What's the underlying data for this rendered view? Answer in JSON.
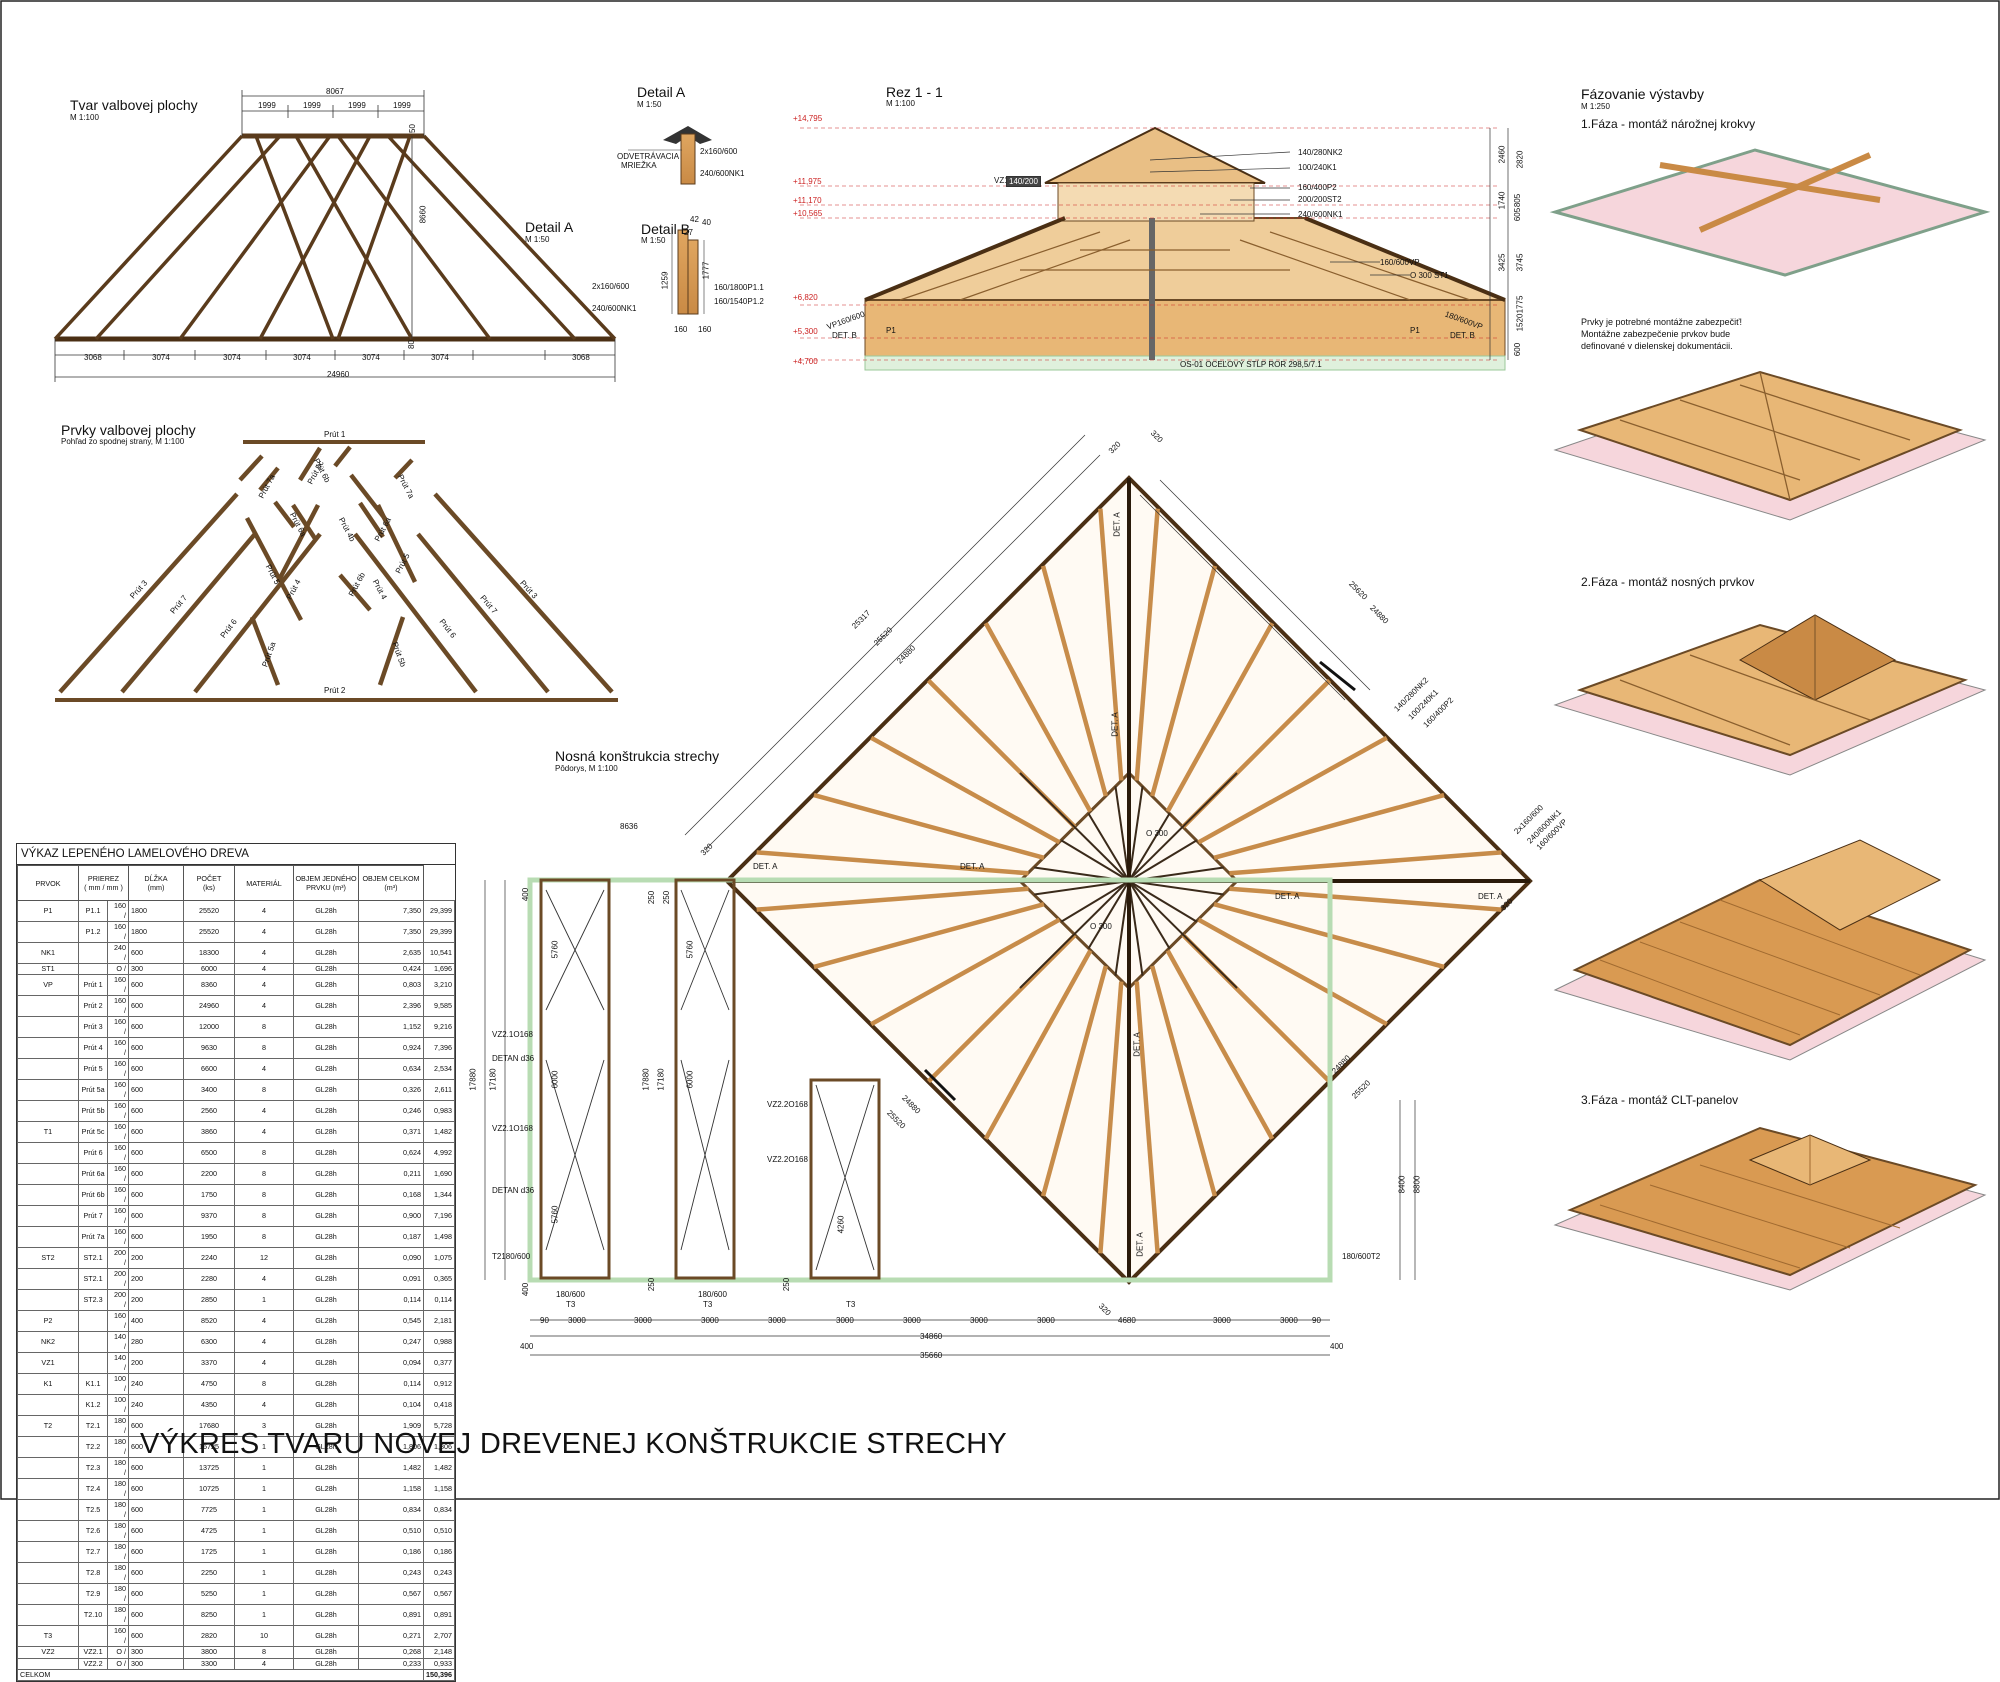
{
  "sheet_title": "VÝKRES TVARU NOVEJ DREVENEJ KONŠTRUKCIE STRECHY",
  "views": {
    "tvar": {
      "title": "Tvar valbovej plochy",
      "scale": "M 1:100",
      "top_dims": [
        "8067",
        "1999",
        "1999",
        "1999",
        "1999"
      ],
      "bottom_dims": [
        "3068",
        "3074",
        "3074",
        "3074",
        "3074",
        "3074",
        "3068"
      ],
      "total": "24960",
      "height": "8660",
      "notes": [
        "50",
        "80"
      ],
      "labels": [
        "2x160/600",
        "240/600NK1"
      ]
    },
    "detailA_ref": {
      "title": "Detail A",
      "scale": "M 1:50"
    },
    "detailA": {
      "title": "Detail A",
      "scale": "M 1:50",
      "labels": [
        "2x160/600",
        "ODVETRÁVACIA",
        "MRIEŽKA",
        "240/600NK1"
      ]
    },
    "detailB": {
      "title": "Detail B",
      "scale": "M 1:50",
      "labels": [
        "160/1800P1.1",
        "160/1540P1.2"
      ],
      "dims": [
        "1259",
        "1777",
        "160",
        "160",
        "42",
        "40",
        "27"
      ]
    },
    "prvky": {
      "title": "Prvky valbovej plochy",
      "scale": "Pohľad zo spodnej strany, M 1:100",
      "members": [
        "Prút 1",
        "Prút 2",
        "Prút 3",
        "Prút 3",
        "Prút 7",
        "Prút 7",
        "Prút 6",
        "Prút 6",
        "Prút 4",
        "Prút 4",
        "Prút 5",
        "Prút 5",
        "Prút 6a",
        "Prút 6a",
        "Prút 6b",
        "Prút 6b",
        "Prút 7a",
        "Prút 7a",
        "Prút 5a",
        "Prút 5b",
        "Prút 5c",
        "Prút 4b"
      ]
    },
    "rez": {
      "title": "Rez 1 - 1",
      "scale": "M 1:100",
      "levels": [
        "+14,795",
        "+11,975",
        "+11,170",
        "+10,565",
        "+6,820",
        "+5,300",
        "+4,700"
      ],
      "labels": [
        "140/280NK2",
        "100/240K1",
        "160/400P2",
        "200/200ST2",
        "240/600NK1",
        "160/600VP",
        "O 300 ST1",
        "VP160/600",
        "DET. B",
        "P1",
        "P1",
        "180/600VP",
        "DET. B",
        "OS-01 OCEĽOVÝ STĹP ROR 298,5/7.1",
        "VZ1",
        "140/200"
      ],
      "dims": [
        "2460",
        "2820",
        "1740",
        "805",
        "605",
        "3425",
        "3745",
        "1775",
        "1520",
        "600"
      ]
    },
    "phases": {
      "title": "Fázovanie výstavby",
      "scale": "M 1:250",
      "phase1": "1.Fáza - montáž nárožnej krokvy",
      "note": [
        "Prvky je potrebné montážne zabezpečiť!",
        "Montážne zabezpečenie prvkov bude",
        "definované v dielenskej dokumentácii."
      ],
      "phase2": "2.Fáza - montáž nosných prvkov",
      "phase3": "3.Fáza - montáž CLT-panelov"
    },
    "plan": {
      "title": "Nosná konštrukcia strechy",
      "scale": "Pôdorys, M 1:100",
      "diag_dims": [
        "25317",
        "25520",
        "24880",
        "25620",
        "24880",
        "24880",
        "25520",
        "24880",
        "25520",
        "320",
        "320"
      ],
      "dims_left": [
        "8636",
        "320"
      ],
      "member_labels": [
        "140/280NK2",
        "100/240K1",
        "160/400P2",
        "2x160/600",
        "240/600NK1",
        "160/600VP"
      ],
      "det_labels": [
        "DET. A",
        "DET. A",
        "DET. A",
        "DET. A",
        "DET. A",
        "DET. A",
        "DET. A",
        "DET. A"
      ],
      "col_labels": [
        "O 300",
        "O 300"
      ],
      "bottom_dims": [
        "400",
        "90",
        "3000",
        "3000",
        "3000",
        "3000",
        "3000",
        "3000",
        "3000",
        "3000",
        "4680",
        "3000",
        "3000",
        "90",
        "400"
      ],
      "total_inner": "34860",
      "total": "35660",
      "side_labels": [
        "VZ2.1O168",
        "DETAN d36",
        "VZ2.1O168",
        "DETAN d36",
        "T2180/600",
        "VZ2.2O168",
        "VZ2.2O168",
        "180/600T2"
      ],
      "frame_labels": [
        "T3",
        "T3",
        "T3",
        "180/600",
        "180/600"
      ],
      "heights": [
        "17880",
        "17180",
        "17880",
        "17180",
        "8400",
        "8800",
        "6000",
        "6000",
        "5760",
        "5760",
        "5760",
        "4260"
      ],
      "small_dims": [
        "400",
        "400",
        "250",
        "250",
        "250",
        "250",
        "320",
        "320"
      ]
    }
  },
  "table": {
    "title": "VÝKAZ LEPENÉHO LAMELOVÉHO DREVA",
    "headers": {
      "prvok": "PRVOK",
      "prierez": "PRIEREZ",
      "prierez_unit": "( mm / mm )",
      "dlzka": "DĹŽKA",
      "dlzka_unit": "(mm)",
      "pocet": "POČET",
      "pocet_unit": "(ks)",
      "material": "MATERIÁL",
      "objem1": "OBJEM JEDNÉHO PRVKU (m³)",
      "objem2": "OBJEM CELKOM (m³)"
    },
    "rows": [
      [
        "P1",
        "P1.1",
        "160",
        "1800",
        "25520",
        "4",
        "GL28h",
        "7,350",
        "29,399"
      ],
      [
        "",
        "P1.2",
        "160",
        "1800",
        "25520",
        "4",
        "GL28h",
        "7,350",
        "29,399"
      ],
      [
        "NK1",
        "",
        "240",
        "600",
        "18300",
        "4",
        "GL28h",
        "2,635",
        "10,541"
      ],
      [
        "ST1",
        "",
        "O",
        "300",
        "6000",
        "4",
        "GL28h",
        "0,424",
        "1,696"
      ],
      [
        "VP",
        "Prút 1",
        "160",
        "600",
        "8360",
        "4",
        "GL28h",
        "0,803",
        "3,210"
      ],
      [
        "",
        "Prút 2",
        "160",
        "600",
        "24960",
        "4",
        "GL28h",
        "2,396",
        "9,585"
      ],
      [
        "",
        "Prút 3",
        "160",
        "600",
        "12000",
        "8",
        "GL28h",
        "1,152",
        "9,216"
      ],
      [
        "",
        "Prút 4",
        "160",
        "600",
        "9630",
        "8",
        "GL28h",
        "0,924",
        "7,396"
      ],
      [
        "",
        "Prút 5",
        "160",
        "600",
        "6600",
        "4",
        "GL28h",
        "0,634",
        "2,534"
      ],
      [
        "",
        "Prút 5a",
        "160",
        "600",
        "3400",
        "8",
        "GL28h",
        "0,326",
        "2,611"
      ],
      [
        "",
        "Prút 5b",
        "160",
        "600",
        "2560",
        "4",
        "GL28h",
        "0,246",
        "0,983"
      ],
      [
        "T1",
        "Prút 5c",
        "160",
        "600",
        "3860",
        "4",
        "GL28h",
        "0,371",
        "1,482"
      ],
      [
        "",
        "Prút 6",
        "160",
        "600",
        "6500",
        "8",
        "GL28h",
        "0,624",
        "4,992"
      ],
      [
        "",
        "Prút 6a",
        "160",
        "600",
        "2200",
        "8",
        "GL28h",
        "0,211",
        "1,690"
      ],
      [
        "",
        "Prút 6b",
        "160",
        "600",
        "1750",
        "8",
        "GL28h",
        "0,168",
        "1,344"
      ],
      [
        "",
        "Prút 7",
        "160",
        "600",
        "9370",
        "8",
        "GL28h",
        "0,900",
        "7,196"
      ],
      [
        "",
        "Prút 7a",
        "160",
        "600",
        "1950",
        "8",
        "GL28h",
        "0,187",
        "1,498"
      ],
      [
        "ST2",
        "ST2.1",
        "200",
        "200",
        "2240",
        "12",
        "GL28h",
        "0,090",
        "1,075"
      ],
      [
        "",
        "ST2.1",
        "200",
        "200",
        "2280",
        "4",
        "GL28h",
        "0,091",
        "0,365"
      ],
      [
        "",
        "ST2.3",
        "200",
        "200",
        "2850",
        "1",
        "GL28h",
        "0,114",
        "0,114"
      ],
      [
        "P2",
        "",
        "160",
        "400",
        "8520",
        "4",
        "GL28h",
        "0,545",
        "2,181"
      ],
      [
        "NK2",
        "",
        "140",
        "280",
        "6300",
        "4",
        "GL28h",
        "0,247",
        "0,988"
      ],
      [
        "VZ1",
        "",
        "140",
        "200",
        "3370",
        "4",
        "GL28h",
        "0,094",
        "0,377"
      ],
      [
        "K1",
        "K1.1",
        "100",
        "240",
        "4750",
        "8",
        "GL28h",
        "0,114",
        "0,912"
      ],
      [
        "",
        "K1.2",
        "100",
        "240",
        "4350",
        "4",
        "GL28h",
        "0,104",
        "0,418"
      ],
      [
        "T2",
        "T2.1",
        "180",
        "600",
        "17680",
        "3",
        "GL28h",
        "1,909",
        "5,728"
      ],
      [
        "",
        "T2.2",
        "180",
        "600",
        "16725",
        "1",
        "GL28h",
        "1,806",
        "1,806"
      ],
      [
        "",
        "T2.3",
        "180",
        "600",
        "13725",
        "1",
        "GL28h",
        "1,482",
        "1,482"
      ],
      [
        "",
        "T2.4",
        "180",
        "600",
        "10725",
        "1",
        "GL28h",
        "1,158",
        "1,158"
      ],
      [
        "",
        "T2.5",
        "180",
        "600",
        "7725",
        "1",
        "GL28h",
        "0,834",
        "0,834"
      ],
      [
        "",
        "T2.6",
        "180",
        "600",
        "4725",
        "1",
        "GL28h",
        "0,510",
        "0,510"
      ],
      [
        "",
        "T2.7",
        "180",
        "600",
        "1725",
        "1",
        "GL28h",
        "0,186",
        "0,186"
      ],
      [
        "",
        "T2.8",
        "180",
        "600",
        "2250",
        "1",
        "GL28h",
        "0,243",
        "0,243"
      ],
      [
        "",
        "T2.9",
        "180",
        "600",
        "5250",
        "1",
        "GL28h",
        "0,567",
        "0,567"
      ],
      [
        "",
        "T2.10",
        "180",
        "600",
        "8250",
        "1",
        "GL28h",
        "0,891",
        "0,891"
      ],
      [
        "T3",
        "",
        "160",
        "600",
        "2820",
        "10",
        "GL28h",
        "0,271",
        "2,707"
      ],
      [
        "VZ2",
        "VZ2.1",
        "O",
        "300",
        "3800",
        "8",
        "GL28h",
        "0,268",
        "2,148"
      ],
      [
        "",
        "VZ2.2",
        "O",
        "300",
        "3300",
        "4",
        "GL28h",
        "0,233",
        "0,933"
      ]
    ],
    "total_label": "CELKOM",
    "total_value": "150,396"
  }
}
